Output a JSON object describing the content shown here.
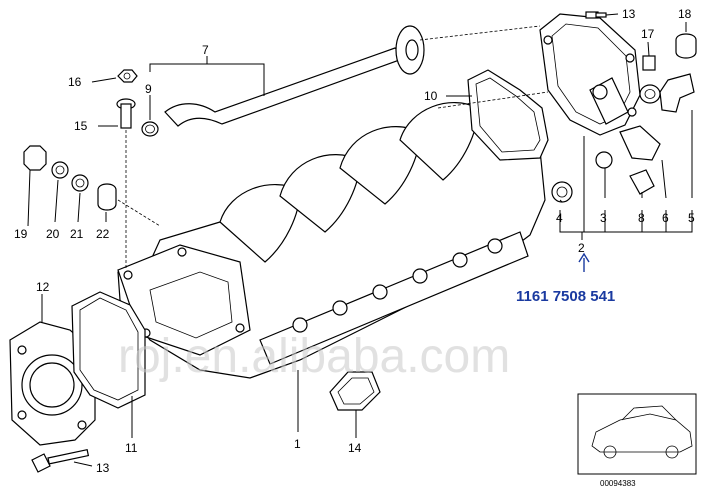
{
  "callouts": {
    "c1": "1",
    "c2": "2",
    "c3": "3",
    "c4": "4",
    "c5": "5",
    "c6": "6",
    "c7": "7",
    "c8": "8",
    "c9": "9",
    "c10": "10",
    "c11": "11",
    "c12": "12",
    "c13t": "13",
    "c13b": "13",
    "c14": "14",
    "c15": "15",
    "c16": "16",
    "c17": "17",
    "c18": "18",
    "c19": "19",
    "c20": "20",
    "c21": "21",
    "c22": "22"
  },
  "part_number": "1161 7508 541",
  "watermark": "roj.en.alibaba.com",
  "thumbnail": {
    "caption": "00094383"
  }
}
